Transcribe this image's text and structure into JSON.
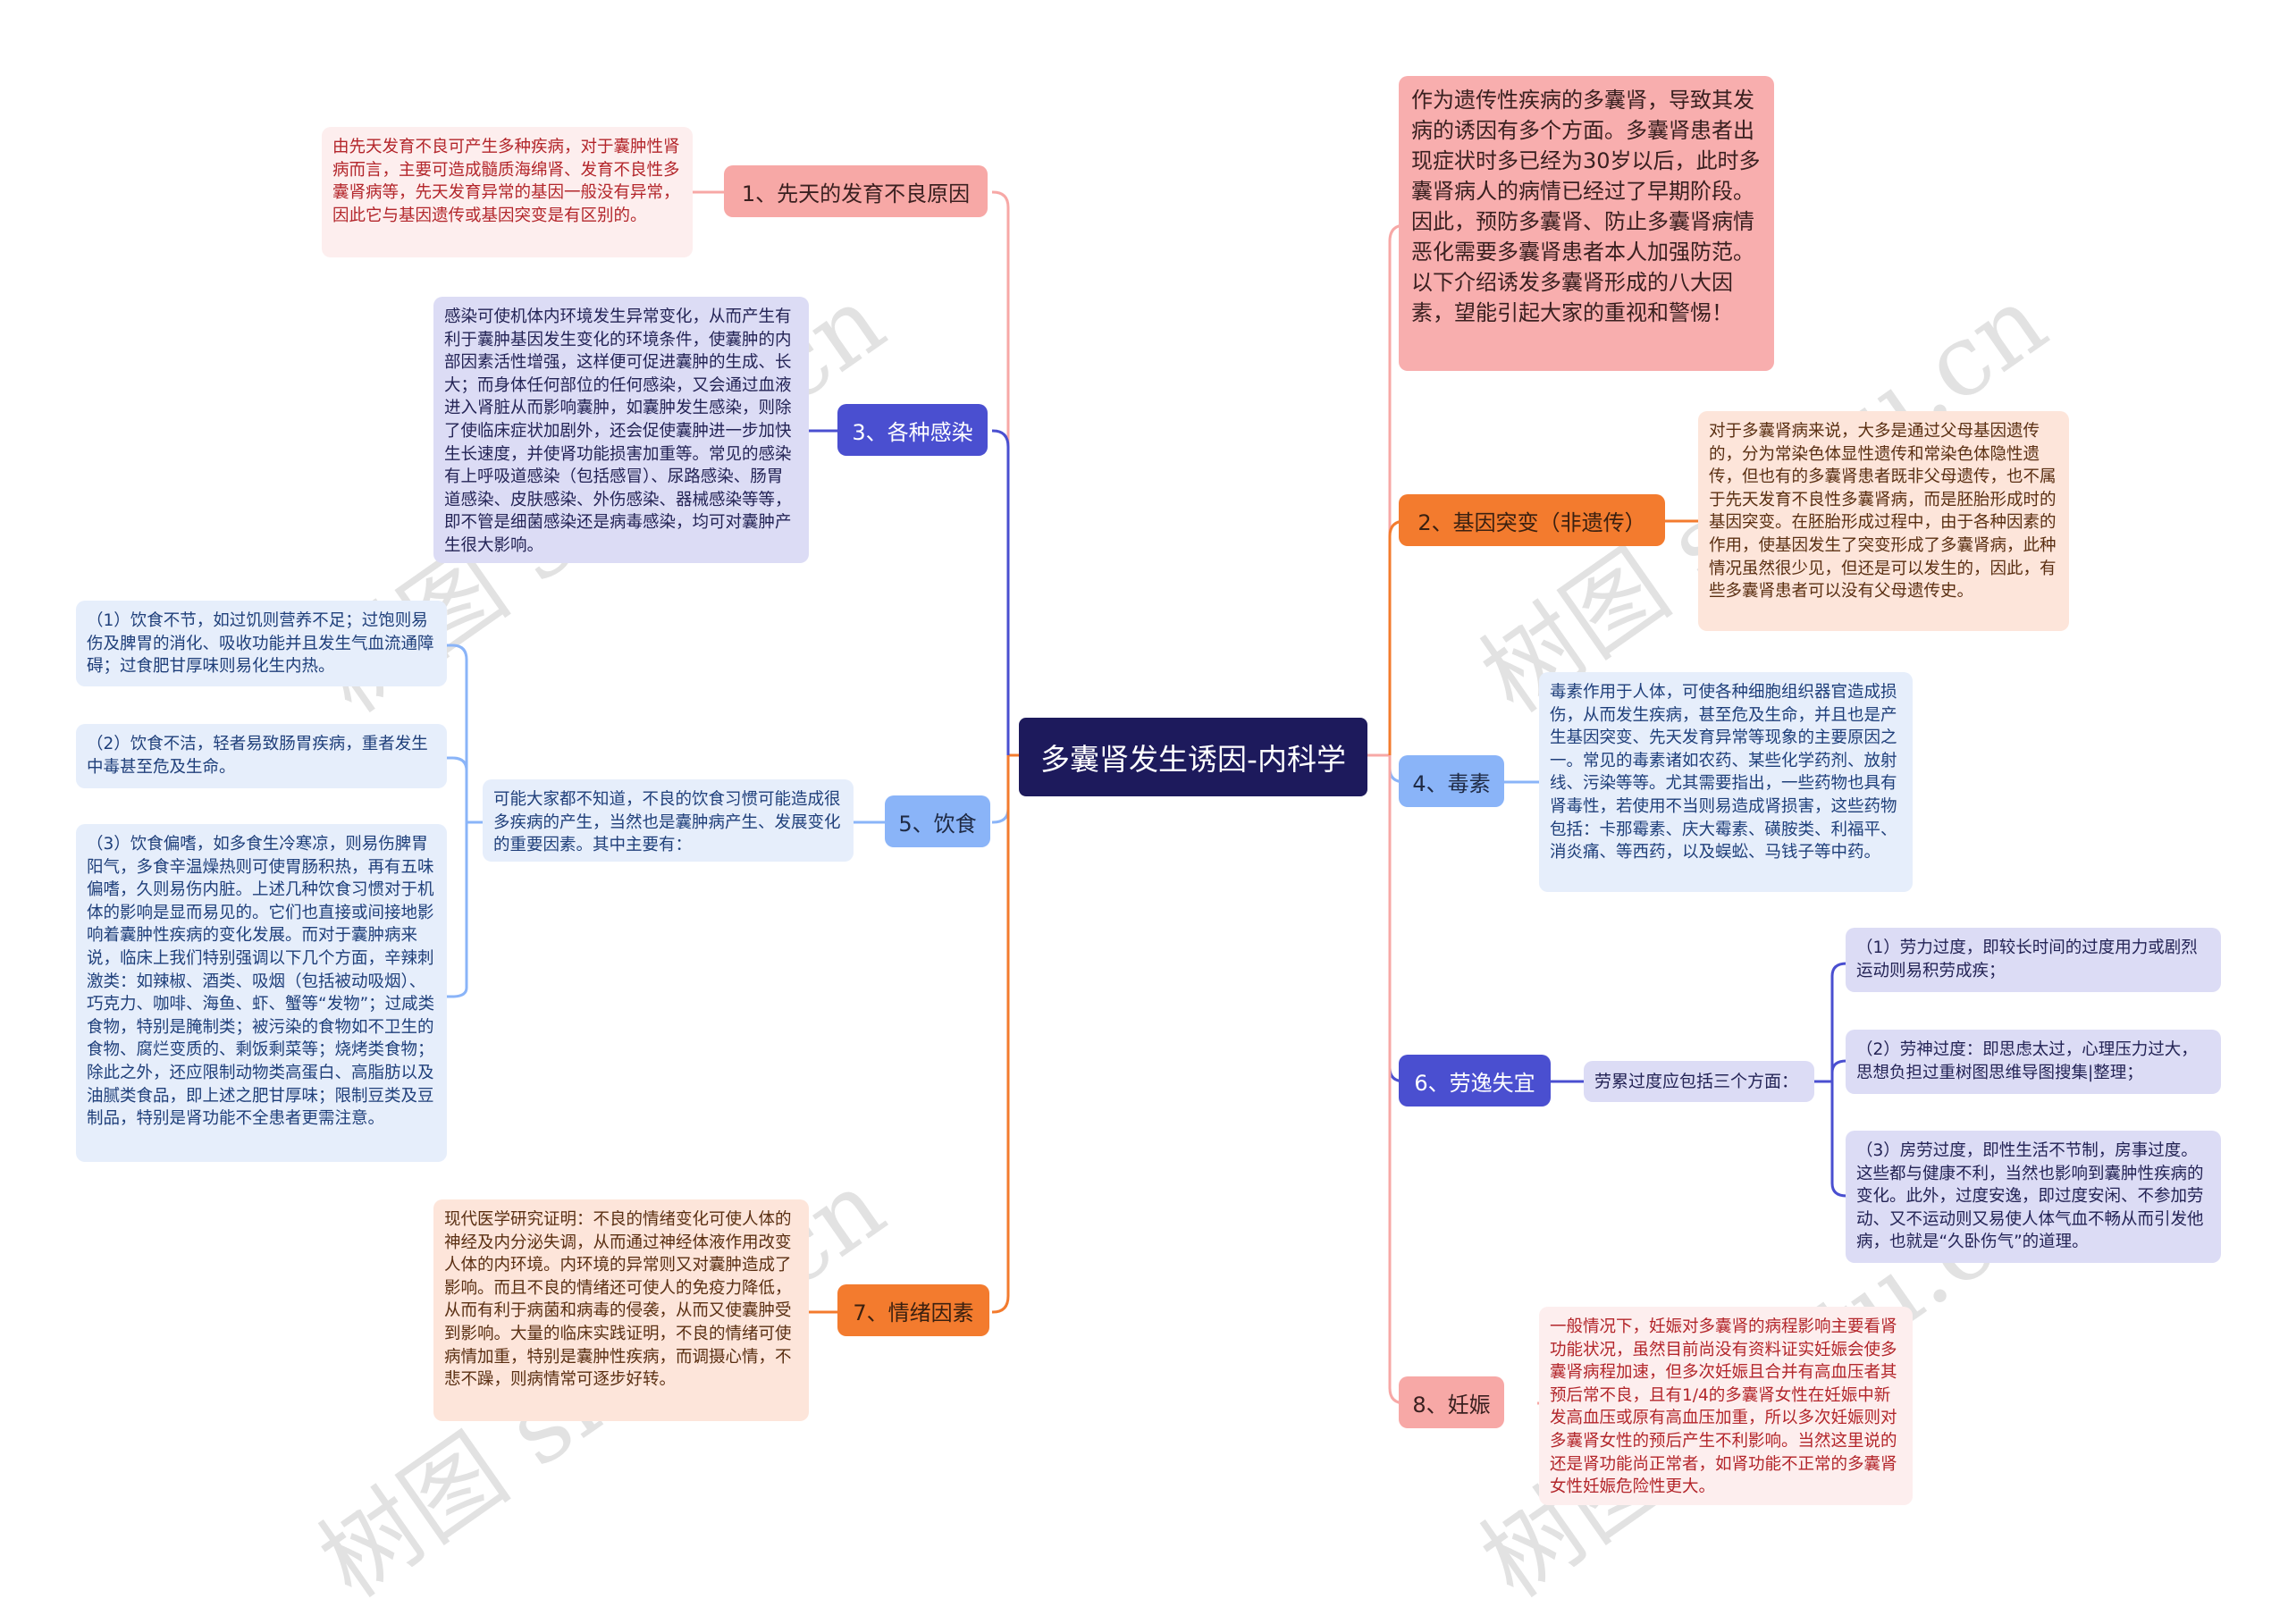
{
  "root": {
    "title": "多囊肾发生诱因-内科学"
  },
  "colors": {
    "root_bg": "#1d1a5c",
    "pink": "#f7a8a6",
    "orange": "#f37b2e",
    "indigo": "#4a4fd0",
    "lightblue": "#8ab4f8"
  },
  "right": {
    "intro": "作为遗传性疾病的多囊肾，导致其发病的诱因有多个方面。多囊肾患者出现症状时多已经为30岁以后，此时多囊肾病人的病情已经过了早期阶段。因此，预防多囊肾、防止多囊肾病情恶化需要多囊肾患者本人加强防范。以下介绍诱发多囊肾形成的八大因素，望能引起大家的重视和警惕！",
    "branch2": {
      "label": "2、基因突变（非遗传）",
      "note": "对于多囊肾病来说，大多是通过父母基因遗传的，分为常染色体显性遗传和常染色体隐性遗传，但也有的多囊肾患者既非父母遗传，也不属于先天发育不良性多囊肾病，而是胚胎形成时的基因突变。在胚胎形成过程中，由于各种因素的作用，使基因发生了突变形成了多囊肾病，此种情况虽然很少见，但还是可以发生的，因此，有些多囊肾患者可以没有父母遗传史。"
    },
    "branch4": {
      "label": "4、毒素",
      "note": "毒素作用于人体，可使各种细胞组织器官造成损伤，从而发生疾病，甚至危及生命，并且也是产生基因突变、先天发育异常等现象的主要原因之一。常见的毒素诸如农药、某些化学药剂、放射线、污染等等。尤其需要指出，一些药物也具有肾毒性，若使用不当则易造成肾损害，这些药物包括：卡那霉素、庆大霉素、磺胺类、利福平、消炎痛、等西药，以及蜈蚣、马钱子等中药。"
    },
    "branch6": {
      "label": "6、劳逸失宜",
      "summary": "劳累过度应包括三个方面：",
      "items": [
        "（1）劳力过度，即较长时间的过度用力或剧烈运动则易积劳成疾；",
        "（2）劳神过度：即思虑太过，心理压力过大，思想负担过重树图思维导图搜集|整理；",
        "（3）房劳过度，即性生活不节制，房事过度。这些都与健康不利，当然也影响到囊肿性疾病的变化。此外，过度安逸，即过度安闲、不参加劳动、又不运动则又易使人体气血不畅从而引发他病，也就是“久卧伤气”的道理。"
      ]
    },
    "branch8": {
      "label": "8、妊娠",
      "note": "一般情况下，妊娠对多囊肾的病程影响主要看肾功能状况，虽然目前尚没有资料证实妊娠会使多囊肾病程加速，但多次妊娠且合并有高血压者其预后常不良，且有1/4的多囊肾女性在妊娠中新发高血压或原有高血压加重，所以多次妊娠则对多囊肾女性的预后产生不利影响。当然这里说的还是肾功能尚正常者，如肾功能不正常的多囊肾女性妊娠危险性更大。"
    }
  },
  "left": {
    "branch1": {
      "label": "1、先天的发育不良原因",
      "note": "由先天发育不良可产生多种疾病，对于囊肿性肾病而言，主要可造成髓质海绵肾、发育不良性多囊肾病等，先天发育异常的基因一般没有异常，因此它与基因遗传或基因突变是有区别的。"
    },
    "branch3": {
      "label": "3、各种感染",
      "note": "感染可使机体内环境发生异常变化，从而产生有利于囊肿基因发生变化的环境条件，使囊肿的内部因素活性增强，这样便可促进囊肿的生成、长大；而身体任何部位的任何感染，又会通过血液进入肾脏从而影响囊肿，如囊肿发生感染，则除了使临床症状加剧外，还会促使囊肿进一步加快生长速度，并使肾功能损害加重等。常见的感染有上呼吸道感染（包括感冒）、尿路感染、肠胃道感染、皮肤感染、外伤感染、器械感染等等，即不管是细菌感染还是病毒感染，均可对囊肿产生很大影响。"
    },
    "branch5": {
      "label": "5、饮食",
      "summary": "可能大家都不知道，不良的饮食习惯可能造成很多疾病的产生，当然也是囊肿病产生、发展变化的重要因素。其中主要有：",
      "items": [
        "（1）饮食不节，如过饥则营养不足；过饱则易伤及脾胃的消化、吸收功能并且发生气血流通障碍；过食肥甘厚味则易化生内热。",
        "（2）饮食不洁，轻者易致肠胃疾病，重者发生中毒甚至危及生命。",
        "（3）饮食偏嗜，如多食生冷寒凉，则易伤脾胃阳气，多食辛温燥热则可使胃肠积热，再有五味偏嗜，久则易伤内脏。上述几种饮食习惯对于机体的影响是显而易见的。它们也直接或间接地影响着囊肿性疾病的变化发展。而对于囊肿病来说，临床上我们特别强调以下几个方面，辛辣刺激类：如辣椒、酒类、吸烟（包括被动吸烟）、巧克力、咖啡、海鱼、虾、蟹等“发物”；过咸类食物，特别是腌制类；被污染的食物如不卫生的食物、腐烂变质的、剩饭剩菜等；烧烤类食物；除此之外，还应限制动物类高蛋白、高脂肪以及油腻类食品，即上述之肥甘厚味；限制豆类及豆制品，特别是肾功能不全患者更需注意。"
      ]
    },
    "branch7": {
      "label": "7、情绪因素",
      "note": "现代医学研究证明：不良的情绪变化可使人体的神经及内分泌失调，从而通过神经体液作用改变人体的内环境。内环境的异常则又对囊肿造成了影响。而且不良的情绪还可使人的免疫力降低，从而有利于病菌和病毒的侵袭，从而又使囊肿受到影响。大量的临床实践证明，不良的情绪可使病情加重，特别是囊肿性疾病，而调摄心情，不悲不躁，则病情常可逐步好转。"
    }
  },
  "watermark": {
    "text": "树图 shutu.cn"
  }
}
